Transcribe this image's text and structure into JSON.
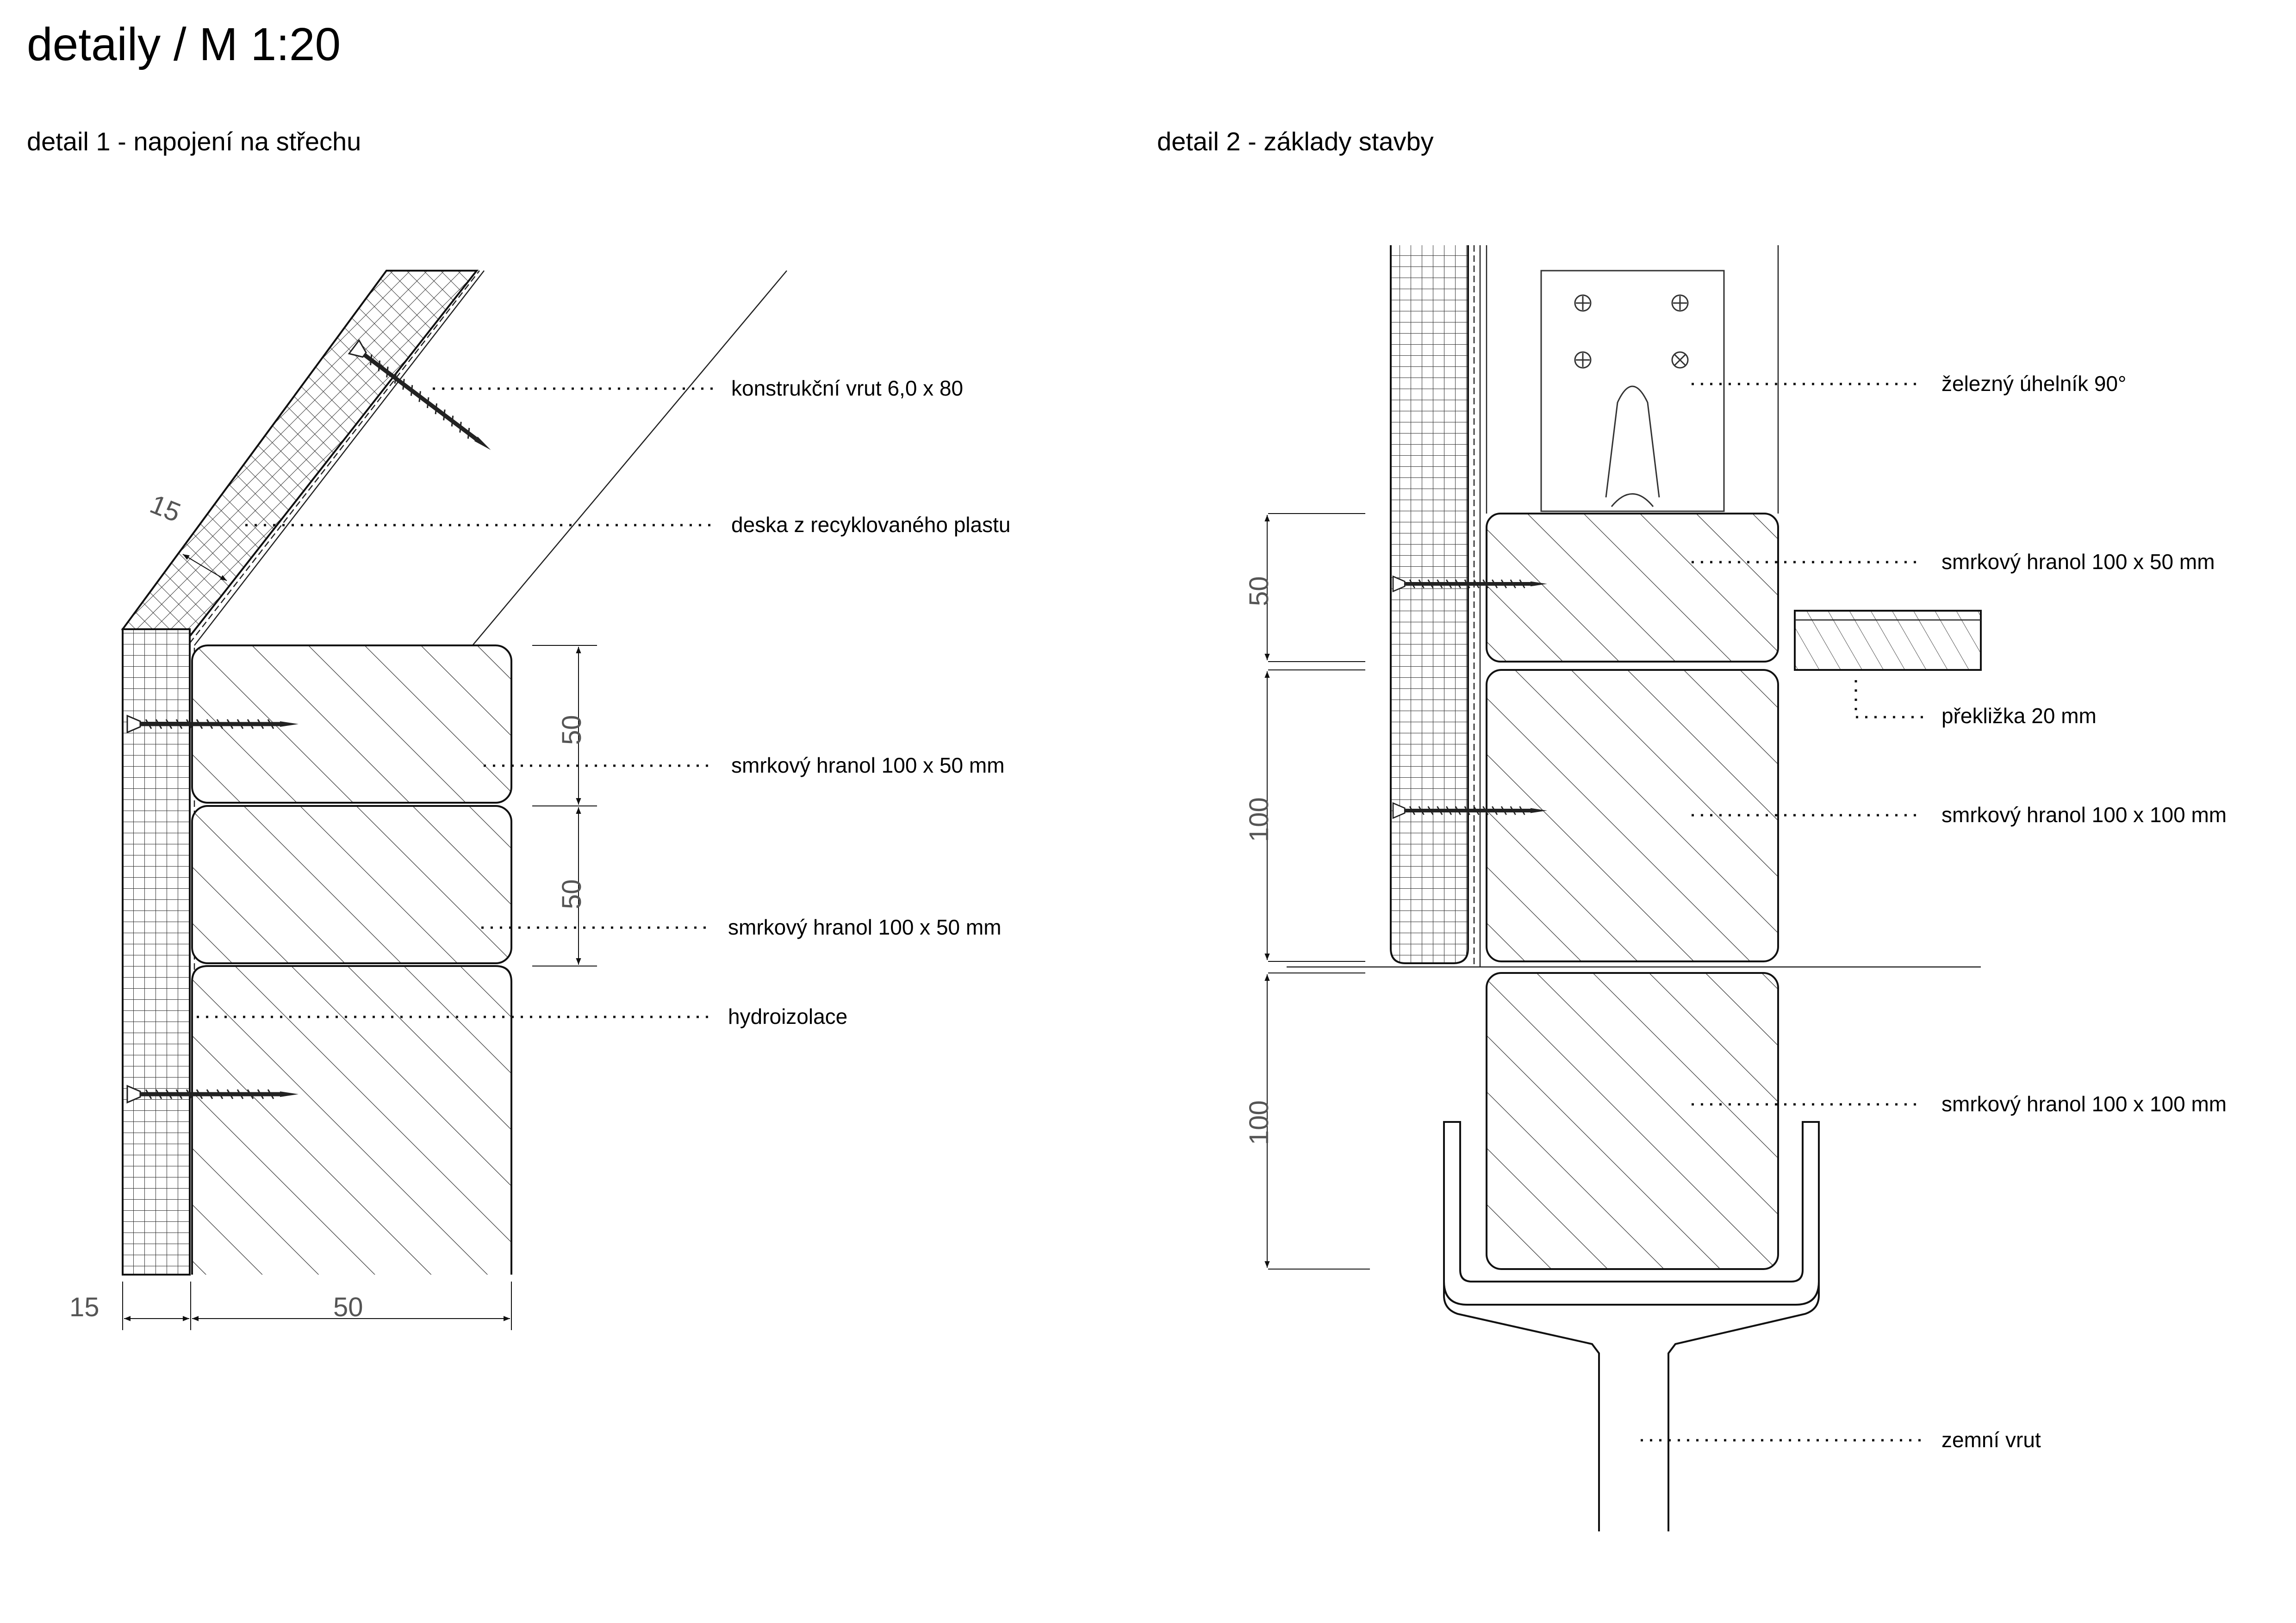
{
  "title": "detaily / M 1:20",
  "detail1": {
    "heading": "detail 1 - napojení na střechu",
    "labels": {
      "screw": "konstrukční vrut 6,0 x 80",
      "plastic_board": "deska z recyklovaného plastu",
      "beam_top": "smrkový hranol 100 x 50 mm",
      "beam_mid": "smrkový hranol 100 x 50 mm",
      "waterproofing": "hydroizolace"
    },
    "dims": {
      "board_thickness_roof": "15",
      "beam_1_height": "50",
      "beam_2_height": "50",
      "board_thickness_bottom": "15",
      "beam_width_bottom": "50"
    }
  },
  "detail2": {
    "heading": "detail 2 -  základy stavby",
    "labels": {
      "angle_bracket": "železný úhelník 90°",
      "beam_50": "smrkový hranol 100 x 50 mm",
      "plywood": "překližka 20 mm",
      "beam_100_upper": "smrkový hranol 100 x 100 mm",
      "beam_100_lower": "smrkový hranol 100 x 100 mm",
      "ground_screw": "zemní vrut"
    },
    "dims": {
      "beam_50_height": "50",
      "beam_100_upper_height": "100",
      "beam_100_lower_height": "100"
    }
  }
}
